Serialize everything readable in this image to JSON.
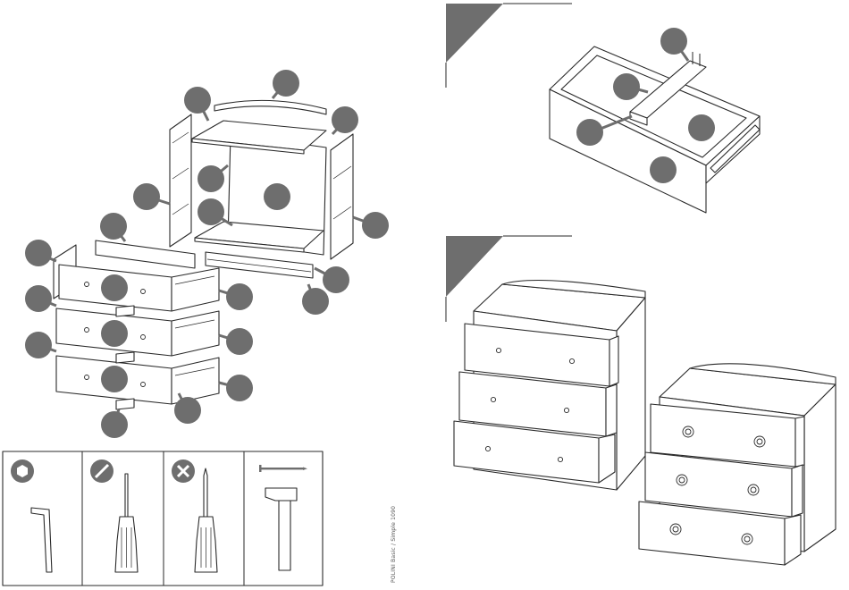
{
  "colors": {
    "line": "#2a2a2a",
    "badge": "#6e6e6e",
    "tool_fill": "#6e6e6e",
    "panel": "#ffffff"
  },
  "footer": {
    "code": "POLINI Basic / Simple 1090"
  },
  "tools": [
    {
      "name": "hex-key",
      "badge_icon": "hexagon-icon"
    },
    {
      "name": "flat-screwdriver",
      "badge_icon": "slot-icon"
    },
    {
      "name": "phillips-screwdriver",
      "badge_icon": "cross-icon"
    },
    {
      "name": "hammer",
      "badge_icon": "nail-icon"
    }
  ]
}
